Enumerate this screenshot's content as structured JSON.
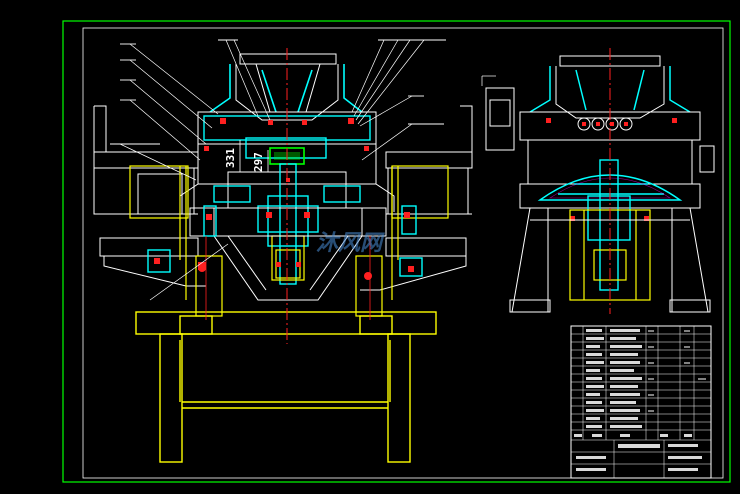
{
  "drawing": {
    "dimensions": [
      {
        "id": "dim-331",
        "text": "331"
      },
      {
        "id": "dim-297",
        "text": "297"
      }
    ],
    "watermark": "沐风网",
    "colors": {
      "background": "#000000",
      "border": "#00ff00",
      "frame": "#ffff00",
      "part_cyan": "#00ffff",
      "centerline": "#ff0000",
      "leader": "#ffffff",
      "accent_magenta": "#ff00ff"
    }
  }
}
